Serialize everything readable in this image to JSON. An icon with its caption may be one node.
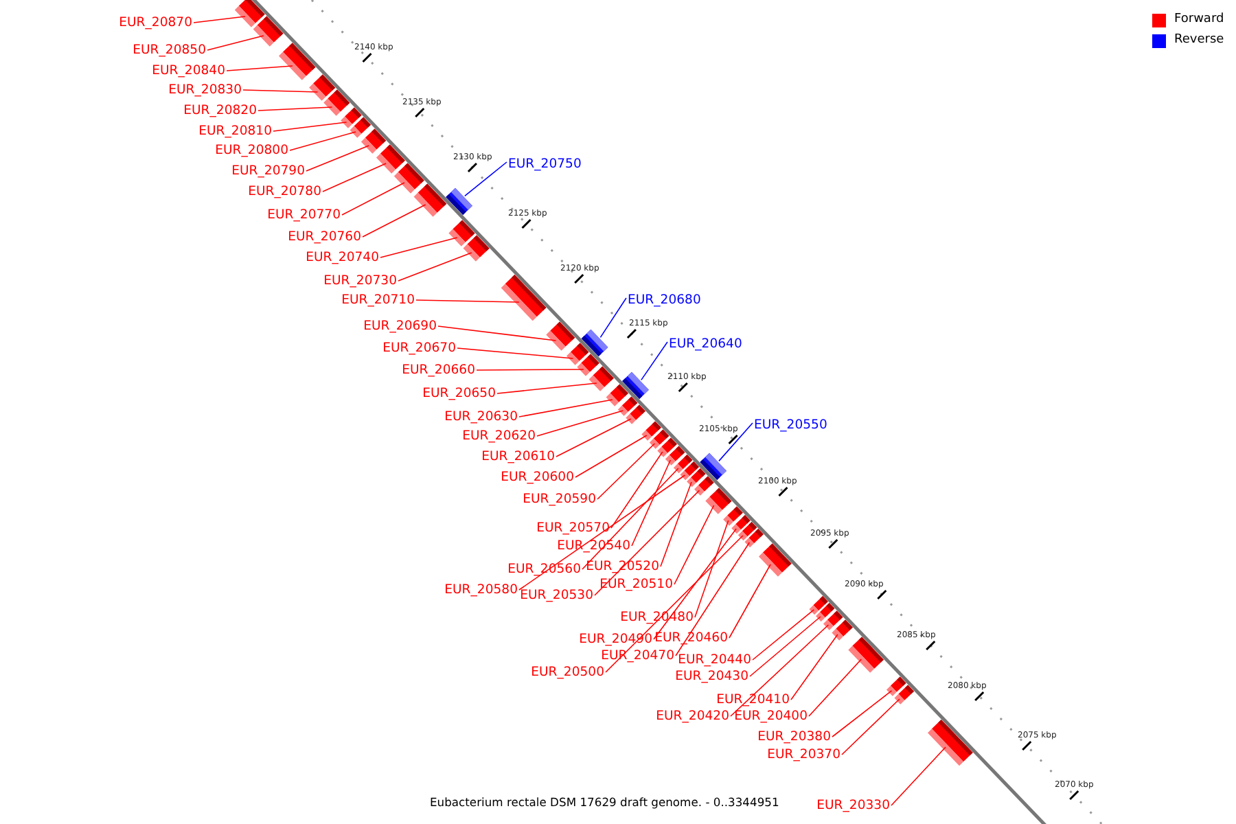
{
  "diagram": {
    "caption": "Eubacterium rectale DSM 17629 draft genome. - 0..3344951",
    "nodes": [
      {
        "text": [
          "EUR_20870"
        ]
      },
      {
        "text": [
          "EUR_20850"
        ]
      },
      {
        "text": [
          "EUR_20840"
        ]
      },
      {
        "text": [
          "EUR_20830"
        ]
      },
      {
        "text": [
          "EUR_20820"
        ]
      },
      {
        "text": [
          "EUR_20810"
        ]
      },
      {
        "text": [
          "EUR_20800"
        ]
      },
      {
        "text": [
          "EUR_20790"
        ]
      },
      {
        "text": [
          "EUR_20750"
        ]
      },
      {
        "text": [
          "EUR_20780"
        ]
      },
      {
        "text": [
          "EUR_20770"
        ]
      },
      {
        "text": [
          "EUR_20760"
        ]
      },
      {
        "text": [
          "EUR_20740"
        ]
      },
      {
        "text": [
          "EUR_20730"
        ]
      },
      {
        "text": [
          "EUR_20710"
        ]
      },
      {
        "text": [
          "EUR_20680"
        ]
      },
      {
        "text": [
          "EUR_20690"
        ]
      },
      {
        "text": [
          "EUR_20640"
        ]
      },
      {
        "text": [
          "EUR_20670"
        ]
      },
      {
        "text": [
          "EUR_20660"
        ]
      },
      {
        "text": [
          "EUR_20650"
        ]
      },
      {
        "text": [
          "EUR_20630"
        ]
      },
      {
        "text": [
          "EUR_20550"
        ]
      },
      {
        "text": [
          "EUR_20620"
        ]
      },
      {
        "text": [
          "EUR_20610"
        ]
      },
      {
        "text": [
          "EUR_20600"
        ]
      },
      {
        "text": [
          "EUR_20590"
        ]
      },
      {
        "text": [
          "EUR_20570"
        ]
      },
      {
        "text": [
          "EUR_20540"
        ]
      },
      {
        "text": [
          "EUR_20520"
        ]
      },
      {
        "text": [
          "EUR_20560"
        ]
      },
      {
        "text": [
          "EUR_20510"
        ]
      },
      {
        "text": [
          "EUR_20580"
        ]
      },
      {
        "text": [
          "EUR_20530"
        ]
      },
      {
        "text": [
          "EUR_20480"
        ]
      },
      {
        "text": [
          "EUR_20490"
        ]
      },
      {
        "text": [
          "EUR_20460"
        ]
      },
      {
        "text": [
          "EUR_20470"
        ]
      },
      {
        "text": [
          "EUR_20440"
        ]
      },
      {
        "text": [
          "EUR_20500"
        ]
      },
      {
        "text": [
          "EUR_20430"
        ]
      },
      {
        "text": [
          "EUR_20410"
        ]
      },
      {
        "text": [
          "EUR_20420"
        ]
      },
      {
        "text": [
          "EUR_20400"
        ]
      },
      {
        "text": [
          "EUR_20380"
        ]
      },
      {
        "text": [
          "EUR_20370"
        ]
      },
      {
        "text": [
          "EUR_20330"
        ]
      },
      {
        "text": [],
        "shape": "box"
      },
      {
        "text": [],
        "shape": "box"
      },
      {
        "text": [],
        "shape": "box"
      },
      {
        "text": [],
        "shape": "box"
      },
      {
        "text": [],
        "shape": "box"
      },
      {
        "text": [],
        "shape": "box"
      },
      {
        "text": [],
        "shape": "box"
      },
      {
        "text": [],
        "shape": "box"
      },
      {
        "text": [],
        "shape": "box"
      },
      {
        "text": [],
        "shape": "box"
      },
      {
        "text": [],
        "shape": "box"
      },
      {
        "text": [],
        "shape": "box"
      },
      {
        "text": [],
        "shape": "box"
      },
      {
        "text": [],
        "shape": "box"
      },
      {
        "text": [],
        "shape": "box"
      },
      {
        "text": [],
        "shape": "box"
      },
      {
        "text": [],
        "shape": "box"
      },
      {
        "text": [],
        "shape": "box"
      },
      {
        "text": [],
        "shape": "box"
      },
      {
        "text": [],
        "shape": "box"
      },
      {
        "text": [],
        "shape": "box"
      },
      {
        "text": [],
        "shape": "box"
      },
      {
        "text": [],
        "shape": "box"
      },
      {
        "text": [],
        "shape": "box"
      },
      {
        "text": [],
        "shape": "box"
      },
      {
        "text": [],
        "shape": "box"
      },
      {
        "text": [],
        "shape": "box"
      },
      {
        "text": [],
        "shape": "box"
      },
      {
        "text": [],
        "shape": "box"
      },
      {
        "text": [],
        "shape": "box"
      },
      {
        "text": [],
        "shape": "box"
      },
      {
        "text": [],
        "shape": "box"
      },
      {
        "text": [],
        "shape": "box"
      },
      {
        "text": [],
        "shape": "box"
      },
      {
        "text": [],
        "shape": "box"
      },
      {
        "text": [],
        "shape": "box"
      },
      {
        "text": [],
        "shape": "box"
      },
      {
        "text": [],
        "shape": "box"
      },
      {
        "text": [],
        "shape": "box"
      },
      {
        "text": [],
        "shape": "box"
      },
      {
        "text": [],
        "shape": "box"
      },
      {
        "text": [],
        "shape": "box"
      },
      {
        "text": [],
        "shape": "box"
      },
      {
        "text": [],
        "shape": "box"
      },
      {
        "text": [],
        "shape": "box"
      },
      {
        "text": [],
        "shape": "box"
      },
      {
        "text": [],
        "shape": "box"
      }
    ],
    "edges": [
      {
        "from": 0,
        "to": 47,
        "arrow": "none"
      },
      {
        "from": 1,
        "to": 48,
        "arrow": "none"
      },
      {
        "from": 2,
        "to": 49,
        "arrow": "none"
      },
      {
        "from": 3,
        "to": 50,
        "arrow": "none"
      },
      {
        "from": 4,
        "to": 51,
        "arrow": "none"
      },
      {
        "from": 5,
        "to": 52,
        "arrow": "none"
      },
      {
        "from": 6,
        "to": 53,
        "arrow": "none"
      },
      {
        "from": 7,
        "to": 54,
        "arrow": "none"
      },
      {
        "from": 8,
        "to": 58,
        "arrow": "none",
        "color": "#0000ff"
      },
      {
        "from": 9,
        "to": 55,
        "arrow": "none"
      },
      {
        "from": 10,
        "to": 56,
        "arrow": "none"
      },
      {
        "from": 11,
        "to": 57,
        "arrow": "none"
      },
      {
        "from": 12,
        "to": 59,
        "arrow": "none"
      },
      {
        "from": 13,
        "to": 60,
        "arrow": "none"
      },
      {
        "from": 14,
        "to": 61,
        "arrow": "none"
      },
      {
        "from": 15,
        "to": 64,
        "arrow": "none",
        "color": "#0000ff"
      },
      {
        "from": 16,
        "to": 62,
        "arrow": "none"
      },
      {
        "from": 17,
        "to": 68,
        "arrow": "none",
        "color": "#0000ff"
      },
      {
        "from": 18,
        "to": 63,
        "arrow": "none"
      },
      {
        "from": 19,
        "to": 65,
        "arrow": "none"
      },
      {
        "from": 20,
        "to": 66,
        "arrow": "none"
      },
      {
        "from": 21,
        "to": 67,
        "arrow": "none"
      },
      {
        "from": 22,
        "to": 78,
        "arrow": "none",
        "color": "#0000ff"
      },
      {
        "from": 23,
        "to": 69,
        "arrow": "none"
      },
      {
        "from": 24,
        "to": 70,
        "arrow": "none"
      },
      {
        "from": 25,
        "to": 71,
        "arrow": "none"
      },
      {
        "from": 26,
        "to": 72,
        "arrow": "none"
      },
      {
        "from": 27,
        "to": 73,
        "arrow": "none"
      },
      {
        "from": 28,
        "to": 74,
        "arrow": "none"
      },
      {
        "from": 29,
        "to": 77,
        "arrow": "none"
      },
      {
        "from": 30,
        "to": 75,
        "arrow": "none"
      },
      {
        "from": 31,
        "to": 80,
        "arrow": "none"
      },
      {
        "from": 32,
        "to": 76,
        "arrow": "none"
      },
      {
        "from": 33,
        "to": 79,
        "arrow": "none"
      },
      {
        "from": 34,
        "to": 81,
        "arrow": "none"
      },
      {
        "from": 35,
        "to": 82,
        "arrow": "none"
      },
      {
        "from": 36,
        "to": 85,
        "arrow": "none"
      },
      {
        "from": 37,
        "to": 84,
        "arrow": "none"
      },
      {
        "from": 38,
        "to": 86,
        "arrow": "none"
      },
      {
        "from": 39,
        "to": 83,
        "arrow": "none"
      },
      {
        "from": 40,
        "to": 87,
        "arrow": "none"
      },
      {
        "from": 41,
        "to": 89,
        "arrow": "none"
      },
      {
        "from": 42,
        "to": 88,
        "arrow": "none"
      },
      {
        "from": 43,
        "to": 90,
        "arrow": "none"
      },
      {
        "from": 44,
        "to": 91,
        "arrow": "none"
      },
      {
        "from": 45,
        "to": 92,
        "arrow": "none"
      },
      {
        "from": 46,
        "to": 93,
        "arrow": "none"
      }
    ],
    "labels": [
      "2140 kbp",
      "2135 kbp",
      "2130 kbp",
      "2125 kbp",
      "2120 kbp",
      "2115 kbp",
      "2110 kbp",
      "2105 kbp",
      "2100 kbp",
      "2095 kbp",
      "2090 kbp",
      "2085 kbp",
      "2080 kbp",
      "2075 kbp",
      "2070 kbp"
    ],
    "legend": [
      {
        "text": "Forward",
        "color": "#ff0000"
      },
      {
        "text": "Reverse",
        "color": "#0000ff"
      }
    ]
  }
}
